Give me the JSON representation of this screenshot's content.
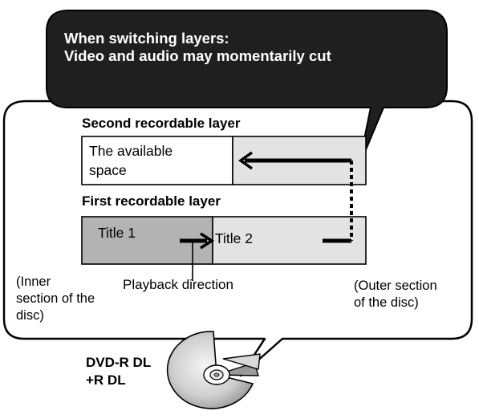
{
  "callout": {
    "line1": "When switching layers:",
    "line2": "Video and audio may momentarily cut"
  },
  "layers": {
    "second_label": "Second recordable layer",
    "available_space_line1": "The available",
    "available_space_line2": "space",
    "first_label": "First recordable layer",
    "title1": "Title 1",
    "title2": "Title 2"
  },
  "annotations": {
    "playback_direction": "Playback direction",
    "inner_line1": "(Inner",
    "inner_line2": "section of the",
    "inner_line3": "disc)",
    "outer_line1": "(Outer section",
    "outer_line2": "of the disc)"
  },
  "disc": {
    "type_line1": "DVD-R DL",
    "type_line2": "+R DL"
  },
  "colors": {
    "callout_fill": "#1f1f1f",
    "title1_fill": "#b3b3b3",
    "title2_fill": "#e3e3e3",
    "available_fill": "#ffffff",
    "outline": "#000000"
  }
}
